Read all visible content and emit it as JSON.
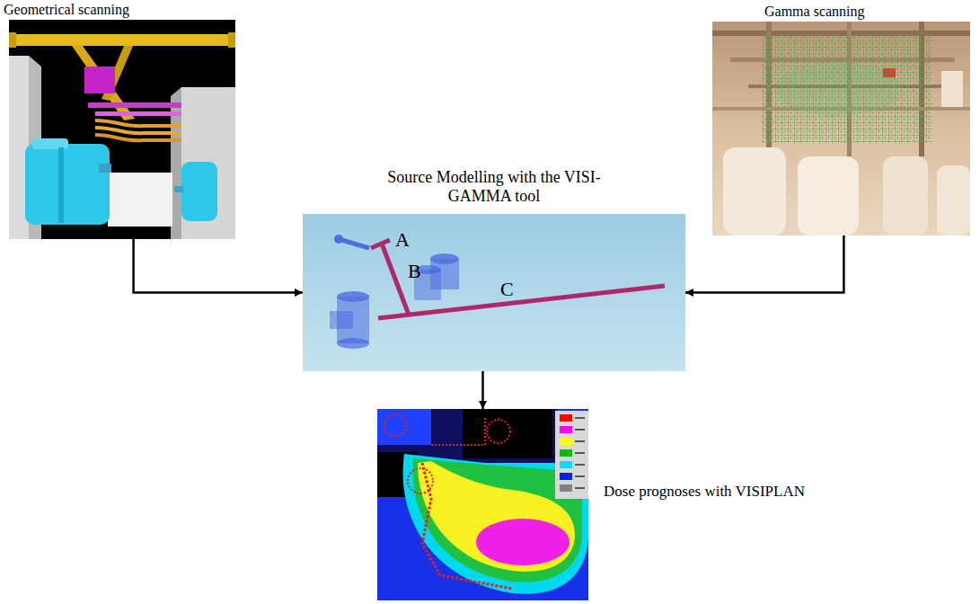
{
  "diagram": {
    "nodes": [
      {
        "text": [
          "Geometrical scanning"
        ]
      },
      {
        "text": [
          "Gamma scanning"
        ]
      },
      {
        "text": [
          "Source Modelling with the VISI-GAMMA tool"
        ]
      },
      {
        "text": [
          "Dose prognoses with VISIPLAN"
        ]
      }
    ],
    "edges": [
      {
        "from": 0,
        "to": 2,
        "arrow": "to"
      },
      {
        "from": 1,
        "to": 2,
        "arrow": "to"
      },
      {
        "from": 2,
        "to": 3,
        "arrow": "to"
      }
    ],
    "labels": [
      "A",
      "B",
      "C"
    ]
  }
}
